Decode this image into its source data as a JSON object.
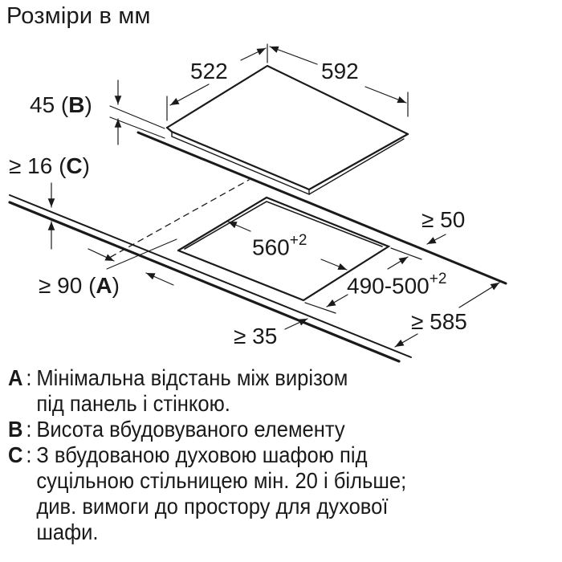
{
  "title": "Розміри в мм",
  "dimensions": {
    "hob_depth": "522",
    "hob_width": "592",
    "built_in_height_value": "45",
    "built_in_height_key": "B",
    "countertop_thickness_prefix": "≥ 16",
    "countertop_thickness_key": "C",
    "wall_distance_prefix": "≥ 90",
    "wall_distance_key": "A",
    "cutout_width": "560",
    "cutout_width_tol": "+2",
    "cutout_depth": "490-500",
    "cutout_depth_tol": "+2",
    "rear_clearance": "≥ 50",
    "countertop_depth": "≥ 585",
    "front_clearance": "≥ 35"
  },
  "legend": [
    {
      "key": "A",
      "lines": [
        "Мінімальна відстань між вирізом",
        "під панель і стінкою."
      ]
    },
    {
      "key": "B",
      "lines": [
        "Висота вбудовуваного елементу"
      ]
    },
    {
      "key": "C",
      "lines": [
        "З вбудованою духовою шафою під",
        "суцільною стільницею мін. 20 і більше;",
        "див. вимоги до простору для духової",
        "шафи."
      ]
    }
  ],
  "colors": {
    "line": "#1a1a1a",
    "background": "#ffffff"
  }
}
